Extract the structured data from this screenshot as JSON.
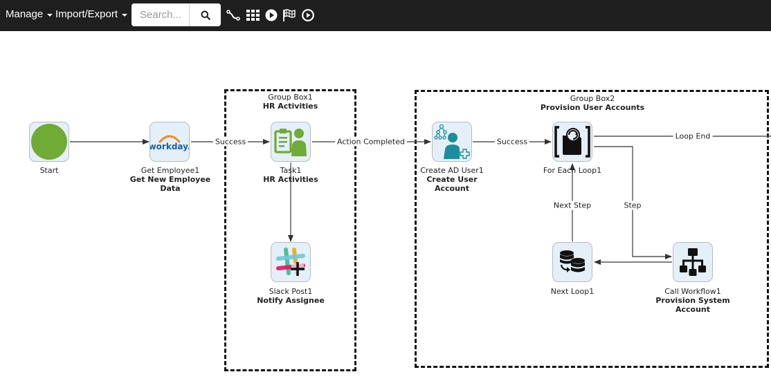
{
  "toolbar": {
    "manage_label": "Manage",
    "import_export_label": "Import/Export",
    "search": {
      "placeholder": "Search...",
      "value": ""
    },
    "icons": [
      "search-icon",
      "connector-icon",
      "grid-icon",
      "run-icon",
      "flag-icon",
      "play-circle-icon"
    ]
  },
  "groups": {
    "group1": {
      "name": "Group Box1",
      "description": "HR Activities"
    },
    "group2": {
      "name": "Group Box2",
      "description": "Provision User Accounts"
    }
  },
  "nodes": {
    "start": {
      "name": "Start",
      "icon": "start-circle-icon",
      "color": "#6fab35"
    },
    "get_employee": {
      "name": "Get Employee1",
      "description": "Get New Employee Data",
      "icon": "workday-logo-icon",
      "logo_text": "workday."
    },
    "task": {
      "name": "Task1",
      "description": "HR Activities",
      "icon": "task-assign-icon",
      "color": "#6fab35"
    },
    "slack_post": {
      "name": "Slack Post1",
      "description": "Notify Assignee",
      "icon": "slack-post-icon"
    },
    "create_ad_user": {
      "name": "Create AD User1",
      "description": "Create User Account",
      "icon": "ad-user-add-icon",
      "color": "#1a8e9a"
    },
    "for_each_loop": {
      "name": "For Each Loop1",
      "icon": "for-each-loop-icon"
    },
    "next_loop": {
      "name": "Next Loop1",
      "icon": "next-loop-icon"
    },
    "call_workflow": {
      "name": "Call Workflow1",
      "description": "Provision System Account",
      "icon": "call-workflow-icon"
    }
  },
  "edges": {
    "start_to_get": "",
    "get_to_task": "Success",
    "task_to_slack": "",
    "task_to_create": "Action Completed",
    "create_to_loop": "Success",
    "loop_end": "Loop End",
    "loop_step": "Step",
    "workflow_to_next": "",
    "next_step": "Next Step"
  },
  "colors": {
    "toolbar_bg": "#1f1f1f",
    "node_bg": "#e4eff8",
    "node_border": "#b5bcc3",
    "edge": "#444444"
  }
}
